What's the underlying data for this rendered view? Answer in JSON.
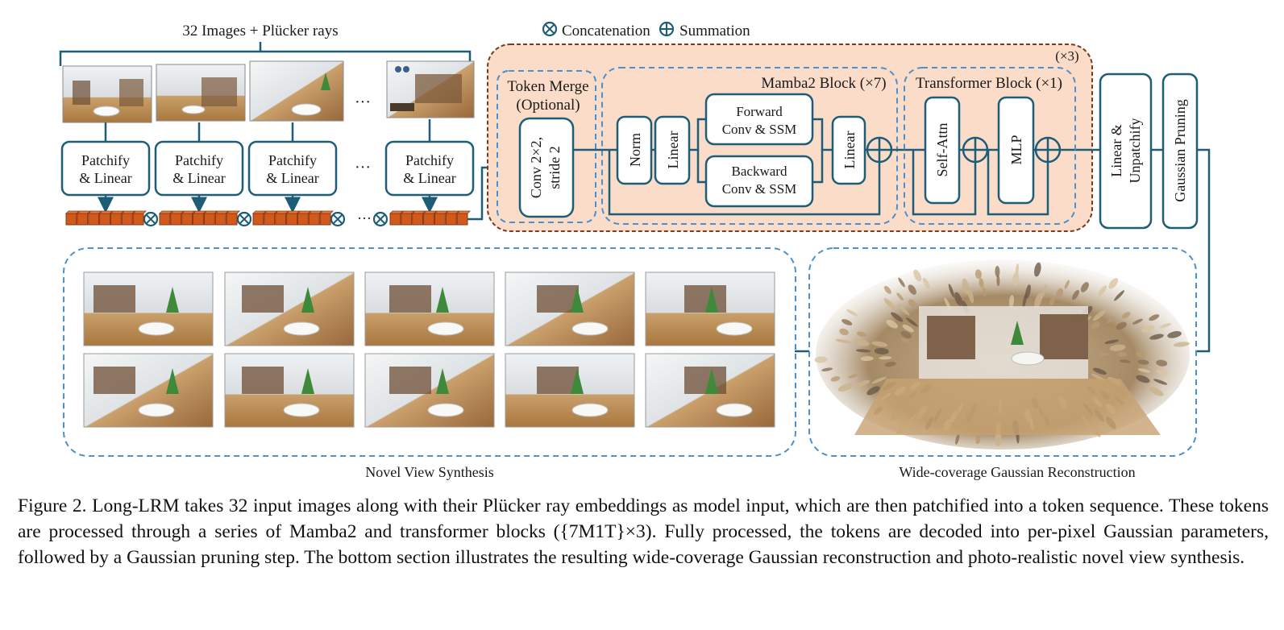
{
  "input_title": "32 Images + Plücker rays",
  "legend": {
    "concat": "Concatenation",
    "sum": "Summation"
  },
  "ellipsis": "···",
  "patchify": [
    "Patchify",
    "& Linear"
  ],
  "repeat_label": "(×3)",
  "token_merge": {
    "title": [
      "Token Merge",
      "(Optional)"
    ],
    "conv": [
      "Conv 2×2,",
      "stride 2"
    ]
  },
  "mamba": {
    "title": "Mamba2 Block (×7)",
    "norm": "Norm",
    "linear_in": "Linear",
    "forward": [
      "Forward",
      "Conv & SSM"
    ],
    "backward": [
      "Backward",
      "Conv & SSM"
    ],
    "linear_out": "Linear"
  },
  "transformer": {
    "title": "Transformer Block (×1)",
    "attn": "Self-Attn",
    "mlp": "MLP"
  },
  "linear_unpatchify": [
    "Linear &",
    "Unpatchify"
  ],
  "gaussian_pruning": "Gaussian Pruning",
  "bottom_labels": {
    "nvs": "Novel View Synthesis",
    "recon": "Wide-coverage Gaussian Reconstruction"
  },
  "caption": "Figure 2. Long-LRM takes 32 input images along with their Plücker ray embeddings as model input, which are then patchified into a token sequence. These tokens are processed through a series of Mamba2 and transformer blocks ({7M1T}×3). Fully processed, the tokens are decoded into per-pixel Gaussian parameters, followed by a Gaussian pruning step. The bottom section illustrates the resulting wide-coverage Gaussian reconstruction and photo-realistic novel view synthesis.",
  "colors": {
    "line": "#1d5d77",
    "token": "#d05a1c",
    "panel": "#fbdcc9",
    "panel_border": "#7a3b1c",
    "dash": "#4b91cc"
  }
}
